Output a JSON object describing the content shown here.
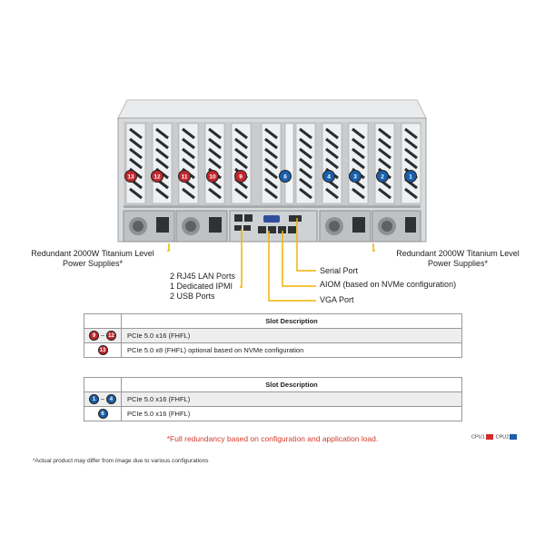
{
  "labels": {
    "psu_left": "Redundant 2000W Titanium Level\nPower Supplies*",
    "psu_right": "Redundant 2000W Titanium Level\nPower Supplies*",
    "lan": "2 RJ45 LAN Ports",
    "ipmi": "1 Dedicated IPMI",
    "usb": "2 USB Ports",
    "serial": "Serial Port",
    "aiom": "AIOM (based on NVMe configuration)",
    "vga": "VGA Port"
  },
  "slot_badges_cpu1": [
    "13",
    "12",
    "11",
    "10",
    "9"
  ],
  "slot_badge_mid": "6",
  "slot_badges_cpu2": [
    "4",
    "3",
    "2",
    "1"
  ],
  "table1": {
    "header": "Slot Description",
    "rows": [
      {
        "badge_from": "9",
        "badge_to": "12",
        "text": "PCIe 5.0 x16 (FHFL)"
      },
      {
        "badge": "13",
        "text": "PCIe 5.0 x8 (FHFL) optional based on NVMe configuration"
      }
    ]
  },
  "table2": {
    "header": "Slot Description",
    "rows": [
      {
        "badge_from": "1",
        "badge_to": "4",
        "text": "PCIe 5.0 x16 (FHFL)"
      },
      {
        "badge": "6",
        "text": "PCIe 5.0 x16 (FHFL)"
      }
    ]
  },
  "note": "*Full redundancy based on configuration and application load.",
  "footnote": "*Actual product may differ from image due to various configurations",
  "cpu_legend": {
    "cpu1": "CPU1",
    "cpu2": "CPU2",
    "cpu1_color": "#d62b2b",
    "cpu2_color": "#1a5fa8"
  },
  "colors": {
    "leader": "#f0b400",
    "red_badge": "#c0282c",
    "blue_badge": "#1a5fa8"
  }
}
